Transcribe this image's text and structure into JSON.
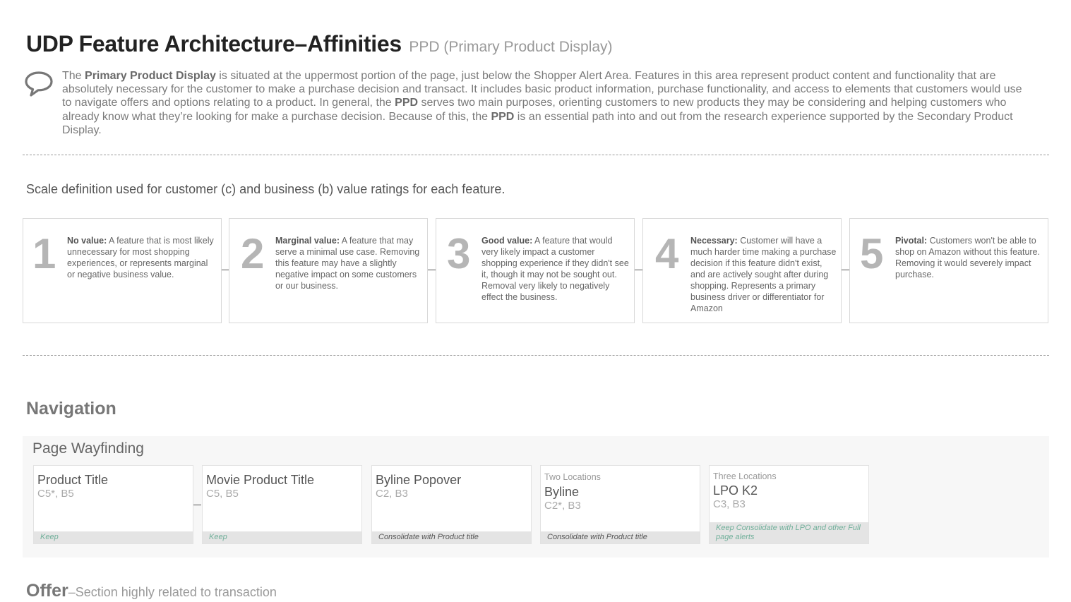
{
  "header": {
    "title": "UDP Feature Architecture–Affinities",
    "subtitle": "PPD (Primary Product Display)"
  },
  "intro": {
    "icon": "speech-bubble-icon",
    "t1": "The ",
    "b1": "Primary Product Display",
    "t2": " is situated at the uppermost portion of the page, just below the Shopper Alert Area. Features in this area represent product content and functionality that are absolutely necessary for the customer to make a purchase decision and transact. It includes basic product information, purchase functionality, and access to elements that customers would use to navigate offers and options relating to a product. In general, the ",
    "b2": "PPD",
    "t3": " serves two main purposes, orienting customers to new products they may be considering and helping customers who already know what they’re looking for make a purchase decision. Because of this, the ",
    "b3": "PPD",
    "t4": " is an essential path into and out from the research experience supported by the Secondary Product Display."
  },
  "scale": {
    "heading": "Scale definition used for customer (c) and business (b) value ratings for each feature.",
    "items": [
      {
        "num": "1",
        "label": "No value:",
        "text": " A feature that is most likely unnecessary for most shopping experiences, or represents marginal or negative business value."
      },
      {
        "num": "2",
        "label": "Marginal value:",
        "text": " A feature that may serve a minimal use case. Removing this feature may have a slightly negative impact on some customers or our business."
      },
      {
        "num": "3",
        "label": "Good value:",
        "text": " A feature that would very likely impact a customer shopping experience if they didn't see it, though it may not be sought out. Removal very likely to negatively effect the business."
      },
      {
        "num": "4",
        "label": "Necessary:",
        "text": " Customer will have a much harder time making a purchase decision if this feature didn't exist, and are actively sought after during shopping. Represents a primary business driver or differentiator for Amazon"
      },
      {
        "num": "5",
        "label": "Pivotal:",
        "text": " Customers won't be able to shop on Amazon without this feature. Removing it would severely impact purchase."
      }
    ]
  },
  "navigation": {
    "heading": "Navigation",
    "group_title": "Page Wayfinding",
    "features": [
      {
        "label": "",
        "name": "Product Title",
        "rating": "C5*, B5",
        "note": "Keep"
      },
      {
        "label": "",
        "name": "Movie Product Title",
        "rating": "C5, B5",
        "note": "Keep"
      },
      {
        "label": "",
        "name": "Byline Popover",
        "rating": "C2, B3",
        "note": "Consolidate with Product title"
      },
      {
        "label": "Two Locations",
        "name": "Byline",
        "rating": "C2*, B3",
        "note": "Consolidate with Product title"
      },
      {
        "label": "Three Locations",
        "name": "LPO K2",
        "rating": "C3, B3",
        "note": "Keep Consolidate with LPO and other Full page alerts"
      }
    ]
  },
  "offer": {
    "heading": "Offer",
    "subheading": "–Section highly related to transaction"
  },
  "colors": {
    "keep_note": "#72b09b",
    "panel_bg": "#f7f7f7",
    "scale_number": "#b5b5b5"
  }
}
